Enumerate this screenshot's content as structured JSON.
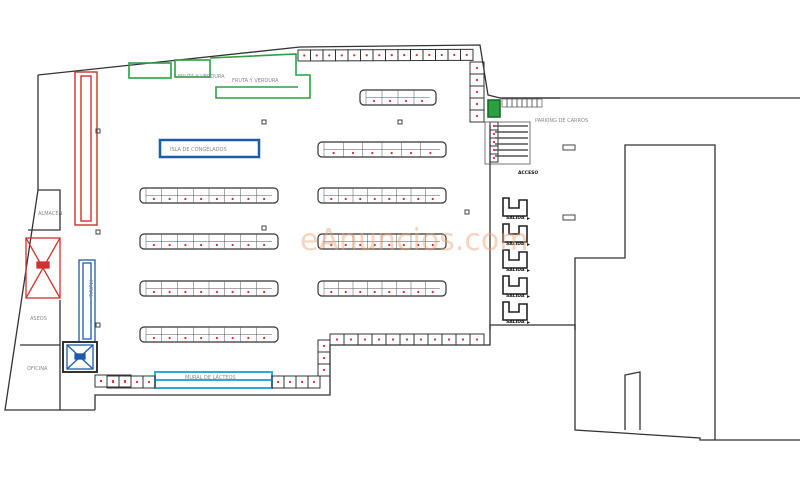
{
  "plan": {
    "labels": {
      "fruit_area": "FRUTA Y VERDURA",
      "fruit_side": "FRUTA Y VERDURA",
      "freezer_island": "ISLA DE CONGELADOS",
      "cart_park": "PARKING DE CARROS",
      "entrance": "ACCESO",
      "checkout": "SALIDA",
      "left_room": "ALMACÉN",
      "toilets": "ASEOS",
      "office": "OFICINA",
      "bottom_display": "MURAL DE LÁCTEOS",
      "left_display": "MURAL"
    },
    "checkout_count": 5,
    "watermark": "eAnuncios.com",
    "colors": {
      "wall": "#333333",
      "shelf_mark": "#d03030",
      "fruit": "#2aa040",
      "freezer": "#1a5ca8",
      "dairy": "#30a8d8",
      "lift_red": "#d03030",
      "watermark": "#f0a070"
    }
  }
}
